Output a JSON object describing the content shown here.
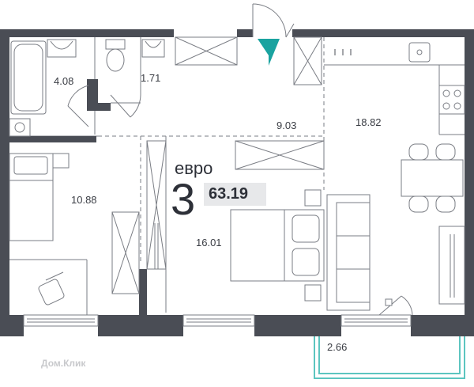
{
  "apartment": {
    "type_word": "евро",
    "rooms": "3",
    "total_area": "63.19"
  },
  "rooms": {
    "bathroom": "4.08",
    "wc": "1.71",
    "hall": "9.03",
    "kitchen_living": "18.82",
    "bedroom_left": "10.88",
    "bedroom_center": "16.01",
    "balcony": "2.66"
  },
  "watermark": "Дом.Клик",
  "colors": {
    "wall": "#4a4d55",
    "line": "#7a7d84",
    "balcony": "#5cc5c0",
    "entrance_arrow": "#1aa3a0",
    "area_badge": "#e7e8ea"
  },
  "icons": [
    "entrance-arrow-icon",
    "door-swing-icon",
    "window-icon",
    "bathtub-icon",
    "sink-icon",
    "toilet-icon",
    "stove-icon",
    "bed-icon",
    "sofa-icon",
    "dining-table-icon",
    "chair-icon",
    "wardrobe-icon"
  ]
}
